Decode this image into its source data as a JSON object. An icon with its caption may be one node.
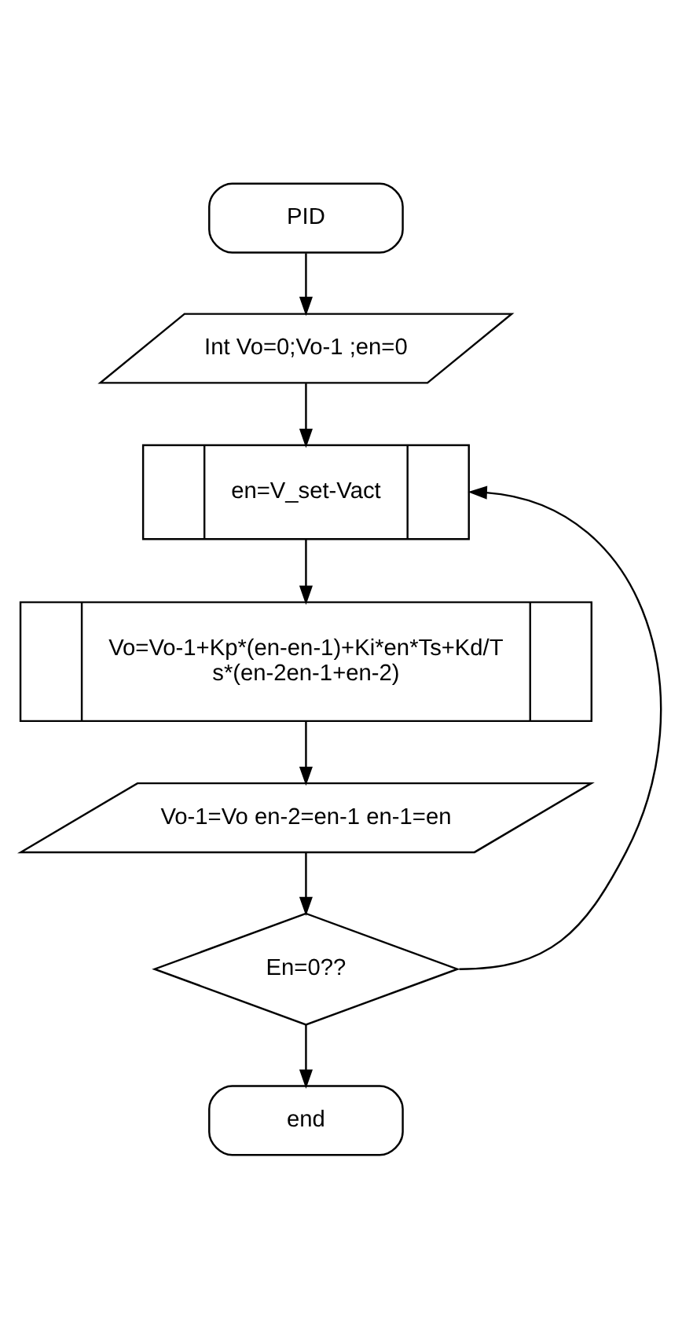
{
  "diagram": {
    "nodes": [
      {
        "text": [
          "PID"
        ]
      },
      {
        "text": [
          "Int Vo=0;Vo-1 ;en=0"
        ]
      },
      {
        "text": [
          "en=V_set-Vact"
        ]
      },
      {
        "text": [
          "Vo=Vo-1+Kp*(en-en-1)+Ki*en*Ts+Kd/Ts*(en-2en-1+en-2)"
        ]
      },
      {
        "text": [
          "Vo-1=Vo en-2=en-1 en-1=en"
        ]
      },
      {
        "text": [
          "En=0??"
        ]
      },
      {
        "text": [
          "end"
        ]
      }
    ],
    "edges": [
      {
        "from": 0,
        "to": 1,
        "arrow": "to"
      },
      {
        "from": 1,
        "to": 2,
        "arrow": "to"
      },
      {
        "from": 2,
        "to": 3,
        "arrow": "to"
      },
      {
        "from": 3,
        "to": 4,
        "arrow": "to"
      },
      {
        "from": 4,
        "to": 5,
        "arrow": "to"
      },
      {
        "from": 5,
        "to": 6,
        "arrow": "to"
      },
      {
        "from": 5,
        "to": 2,
        "arrow": "to"
      }
    ]
  }
}
